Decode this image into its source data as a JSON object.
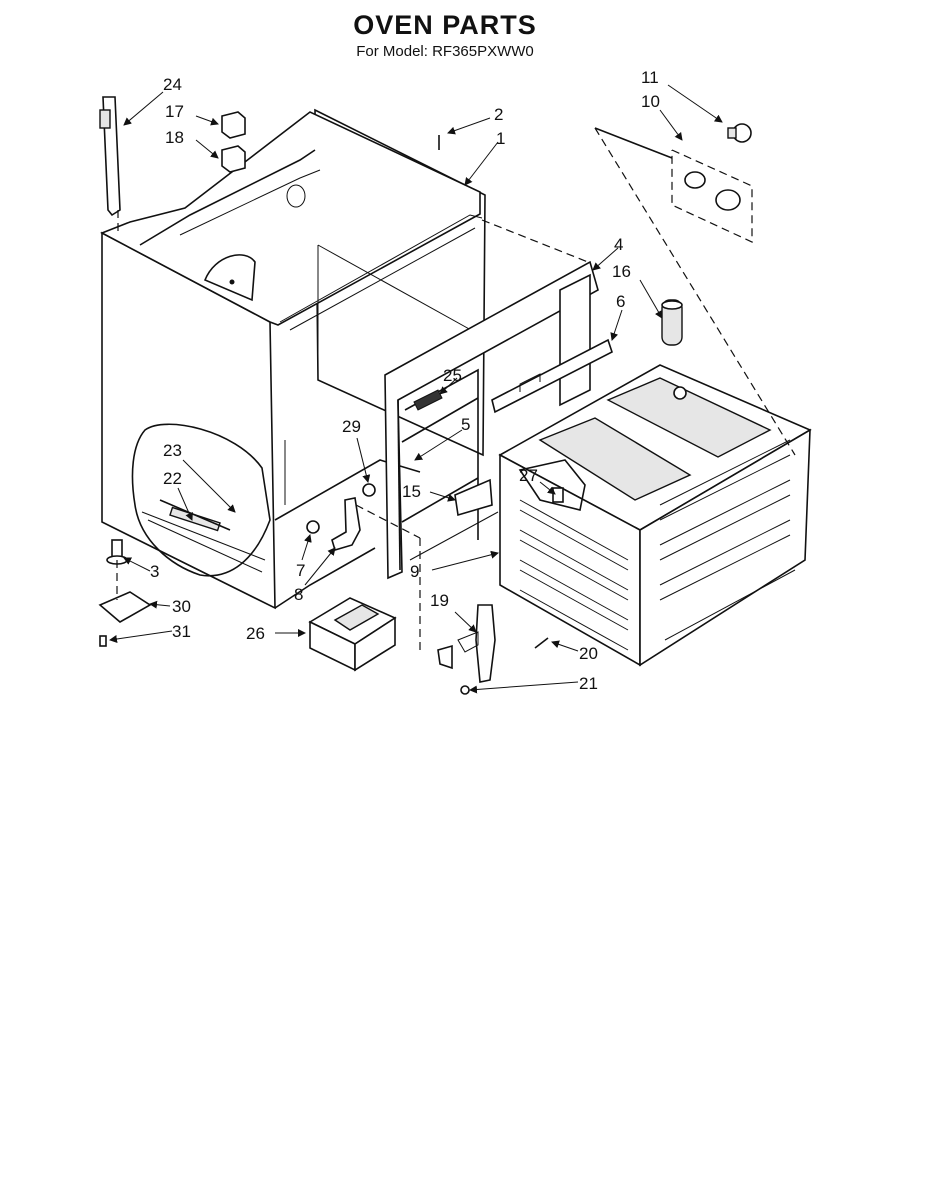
{
  "header": {
    "title": "OVEN PARTS",
    "subtitle": "For Model: RF365PXWW0"
  },
  "parts": [
    {
      "id": "p1",
      "label": "1"
    },
    {
      "id": "p2",
      "label": "2"
    },
    {
      "id": "p3",
      "label": "3"
    },
    {
      "id": "p4",
      "label": "4"
    },
    {
      "id": "p5",
      "label": "5"
    },
    {
      "id": "p6",
      "label": "6"
    },
    {
      "id": "p7",
      "label": "7"
    },
    {
      "id": "p8",
      "label": "8"
    },
    {
      "id": "p9",
      "label": "9"
    },
    {
      "id": "p10",
      "label": "10"
    },
    {
      "id": "p11",
      "label": "11"
    },
    {
      "id": "p15",
      "label": "15"
    },
    {
      "id": "p16",
      "label": "16"
    },
    {
      "id": "p17",
      "label": "17"
    },
    {
      "id": "p18",
      "label": "18"
    },
    {
      "id": "p19",
      "label": "19"
    },
    {
      "id": "p20",
      "label": "20"
    },
    {
      "id": "p21",
      "label": "21"
    },
    {
      "id": "p22",
      "label": "22"
    },
    {
      "id": "p23",
      "label": "23"
    },
    {
      "id": "p24",
      "label": "24"
    },
    {
      "id": "p25",
      "label": "25"
    },
    {
      "id": "p26",
      "label": "26"
    },
    {
      "id": "p27",
      "label": "27"
    },
    {
      "id": "p29",
      "label": "29"
    },
    {
      "id": "p30",
      "label": "30"
    },
    {
      "id": "p31",
      "label": "31"
    }
  ]
}
